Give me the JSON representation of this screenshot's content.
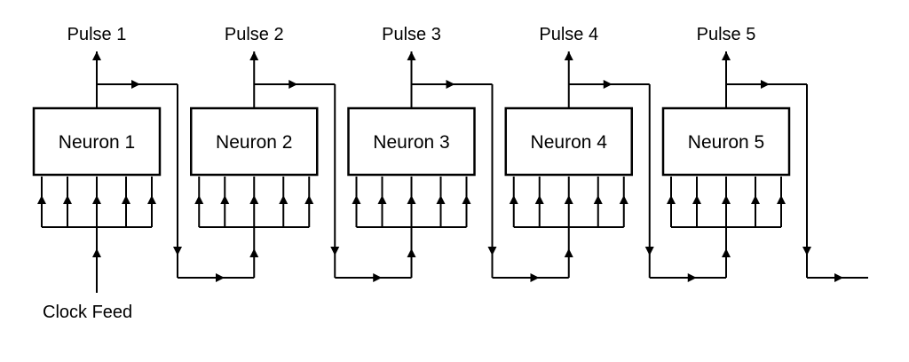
{
  "stages": [
    {
      "pulse_label": "Pulse 1",
      "neuron_label": "Neuron 1"
    },
    {
      "pulse_label": "Pulse 2",
      "neuron_label": "Neuron 2"
    },
    {
      "pulse_label": "Pulse 3",
      "neuron_label": "Neuron 3"
    },
    {
      "pulse_label": "Pulse 4",
      "neuron_label": "Neuron 4"
    },
    {
      "pulse_label": "Pulse 5",
      "neuron_label": "Neuron 5"
    }
  ],
  "clock_label": "Clock Feed",
  "colors": {
    "line": "#000000",
    "background": "#ffffff"
  }
}
